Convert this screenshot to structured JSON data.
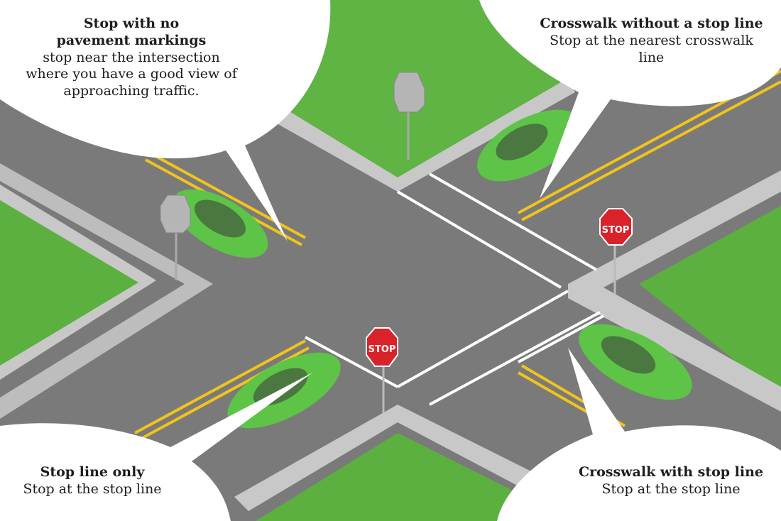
{
  "callouts": {
    "top_left": {
      "title_line1": "Stop with no",
      "title_line2": "pavement markings",
      "body_line1": "stop near the intersection",
      "body_line2": "where you have a good view of",
      "body_line3": "approaching traffic."
    },
    "top_right": {
      "title": "Crosswalk without a stop line",
      "body_line1": "Stop at the nearest crosswalk",
      "body_line2": "line"
    },
    "bottom_left": {
      "title": "Stop line only",
      "body": "Stop at the stop line"
    },
    "bottom_right": {
      "title": "Crosswalk with stop line",
      "body": "Stop at the stop line"
    }
  },
  "signs": {
    "stop_label": "STOP"
  },
  "colors": {
    "grass": "#5cb040",
    "road": "#7d7d7d",
    "sidewalk": "#c9c9c9",
    "car": "#5ec447",
    "stop_sign": "#d8232a",
    "yellow_line": "#f2c31a",
    "white_line": "#ffffff"
  }
}
